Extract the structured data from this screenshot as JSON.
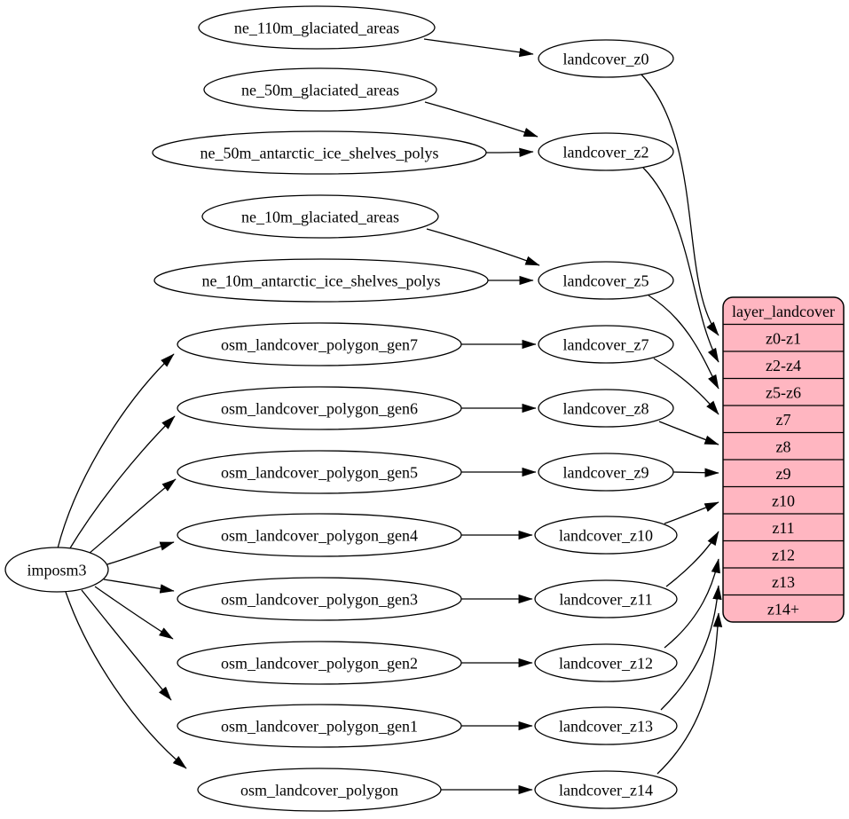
{
  "diagram": {
    "type": "graphviz-flow",
    "colors": {
      "background": "#ffffff",
      "node_fill": "#ffffff",
      "node_stroke": "#000000",
      "edge_color": "#000000",
      "record_fill": "#ffb6c1"
    },
    "nodes": {
      "imposm3": {
        "label": "imposm3"
      },
      "ne_110m_glaciated_areas": {
        "label": "ne_110m_glaciated_areas"
      },
      "ne_50m_glaciated_areas": {
        "label": "ne_50m_glaciated_areas"
      },
      "ne_50m_antarctic_ice_shelves_polys": {
        "label": "ne_50m_antarctic_ice_shelves_polys"
      },
      "ne_10m_glaciated_areas": {
        "label": "ne_10m_glaciated_areas"
      },
      "ne_10m_antarctic_ice_shelves_polys": {
        "label": "ne_10m_antarctic_ice_shelves_polys"
      },
      "osm_landcover_polygon_gen7": {
        "label": "osm_landcover_polygon_gen7"
      },
      "osm_landcover_polygon_gen6": {
        "label": "osm_landcover_polygon_gen6"
      },
      "osm_landcover_polygon_gen5": {
        "label": "osm_landcover_polygon_gen5"
      },
      "osm_landcover_polygon_gen4": {
        "label": "osm_landcover_polygon_gen4"
      },
      "osm_landcover_polygon_gen3": {
        "label": "osm_landcover_polygon_gen3"
      },
      "osm_landcover_polygon_gen2": {
        "label": "osm_landcover_polygon_gen2"
      },
      "osm_landcover_polygon_gen1": {
        "label": "osm_landcover_polygon_gen1"
      },
      "osm_landcover_polygon": {
        "label": "osm_landcover_polygon"
      },
      "landcover_z0": {
        "label": "landcover_z0"
      },
      "landcover_z2": {
        "label": "landcover_z2"
      },
      "landcover_z5": {
        "label": "landcover_z5"
      },
      "landcover_z7": {
        "label": "landcover_z7"
      },
      "landcover_z8": {
        "label": "landcover_z8"
      },
      "landcover_z9": {
        "label": "landcover_z9"
      },
      "landcover_z10": {
        "label": "landcover_z10"
      },
      "landcover_z11": {
        "label": "landcover_z11"
      },
      "landcover_z12": {
        "label": "landcover_z12"
      },
      "landcover_z13": {
        "label": "landcover_z13"
      },
      "landcover_z14": {
        "label": "landcover_z14"
      }
    },
    "record": {
      "title": "layer_landcover",
      "rows": [
        "z0-z1",
        "z2-z4",
        "z5-z6",
        "z7",
        "z8",
        "z9",
        "z10",
        "z11",
        "z12",
        "z13",
        "z14+"
      ]
    },
    "edges": [
      {
        "from": "ne_110m_glaciated_areas",
        "to": "landcover_z0"
      },
      {
        "from": "ne_50m_glaciated_areas",
        "to": "landcover_z2"
      },
      {
        "from": "ne_50m_antarctic_ice_shelves_polys",
        "to": "landcover_z2"
      },
      {
        "from": "ne_10m_glaciated_areas",
        "to": "landcover_z5"
      },
      {
        "from": "ne_10m_antarctic_ice_shelves_polys",
        "to": "landcover_z5"
      },
      {
        "from": "imposm3",
        "to": "osm_landcover_polygon_gen7"
      },
      {
        "from": "imposm3",
        "to": "osm_landcover_polygon_gen6"
      },
      {
        "from": "imposm3",
        "to": "osm_landcover_polygon_gen5"
      },
      {
        "from": "imposm3",
        "to": "osm_landcover_polygon_gen4"
      },
      {
        "from": "imposm3",
        "to": "osm_landcover_polygon_gen3"
      },
      {
        "from": "imposm3",
        "to": "osm_landcover_polygon_gen2"
      },
      {
        "from": "imposm3",
        "to": "osm_landcover_polygon_gen1"
      },
      {
        "from": "imposm3",
        "to": "osm_landcover_polygon"
      },
      {
        "from": "osm_landcover_polygon_gen7",
        "to": "landcover_z7"
      },
      {
        "from": "osm_landcover_polygon_gen6",
        "to": "landcover_z8"
      },
      {
        "from": "osm_landcover_polygon_gen5",
        "to": "landcover_z9"
      },
      {
        "from": "osm_landcover_polygon_gen4",
        "to": "landcover_z10"
      },
      {
        "from": "osm_landcover_polygon_gen3",
        "to": "landcover_z11"
      },
      {
        "from": "osm_landcover_polygon_gen2",
        "to": "landcover_z12"
      },
      {
        "from": "osm_landcover_polygon_gen1",
        "to": "landcover_z13"
      },
      {
        "from": "osm_landcover_polygon",
        "to": "landcover_z14"
      },
      {
        "from": "landcover_z0",
        "to": "layer_landcover:z0-z1"
      },
      {
        "from": "landcover_z2",
        "to": "layer_landcover:z2-z4"
      },
      {
        "from": "landcover_z5",
        "to": "layer_landcover:z5-z6"
      },
      {
        "from": "landcover_z7",
        "to": "layer_landcover:z7"
      },
      {
        "from": "landcover_z8",
        "to": "layer_landcover:z8"
      },
      {
        "from": "landcover_z9",
        "to": "layer_landcover:z9"
      },
      {
        "from": "landcover_z10",
        "to": "layer_landcover:z10"
      },
      {
        "from": "landcover_z11",
        "to": "layer_landcover:z11"
      },
      {
        "from": "landcover_z12",
        "to": "layer_landcover:z12"
      },
      {
        "from": "landcover_z13",
        "to": "layer_landcover:z13"
      },
      {
        "from": "landcover_z14",
        "to": "layer_landcover:z14+"
      }
    ]
  }
}
